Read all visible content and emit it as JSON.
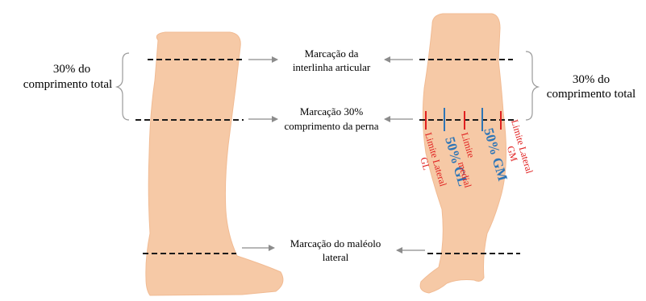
{
  "colors": {
    "skin": "#f6c9a6",
    "skin_edge": "#f1bb93",
    "marker_line": "#1a1a1a",
    "arrow": "#8c8c8c",
    "brace": "#9a9a9a",
    "limit_red": "#e02020",
    "muscle_blue": "#2e75b6"
  },
  "labels": {
    "left_note_line1": "30% do",
    "left_note_line2": "comprimento total",
    "right_note_line1": "30% do",
    "right_note_line2": "comprimento total",
    "joint_line1": "Marcação da",
    "joint_line2": "interlinha articular",
    "leg30_line1": "Marcação 30%",
    "leg30_line2": "comprimento  da perna",
    "malleolus_line1": "Marcação do maléolo",
    "malleolus_line2": "lateral"
  },
  "muscle_labels": {
    "limit_lateral_gl_line1": "Limite Lateral",
    "limit_lateral_gl_line2": "GL",
    "gl_50": "50% GL",
    "limit_medial_line1": "Limite",
    "limit_medial_line2": "medial",
    "gm_50": "50% GM",
    "limit_lateral_gm_line1": "Limite Lateral",
    "limit_lateral_gm_line2": "GM"
  },
  "icons": {
    "arrow": "left-right-arrow",
    "brace": "curly-brace"
  }
}
